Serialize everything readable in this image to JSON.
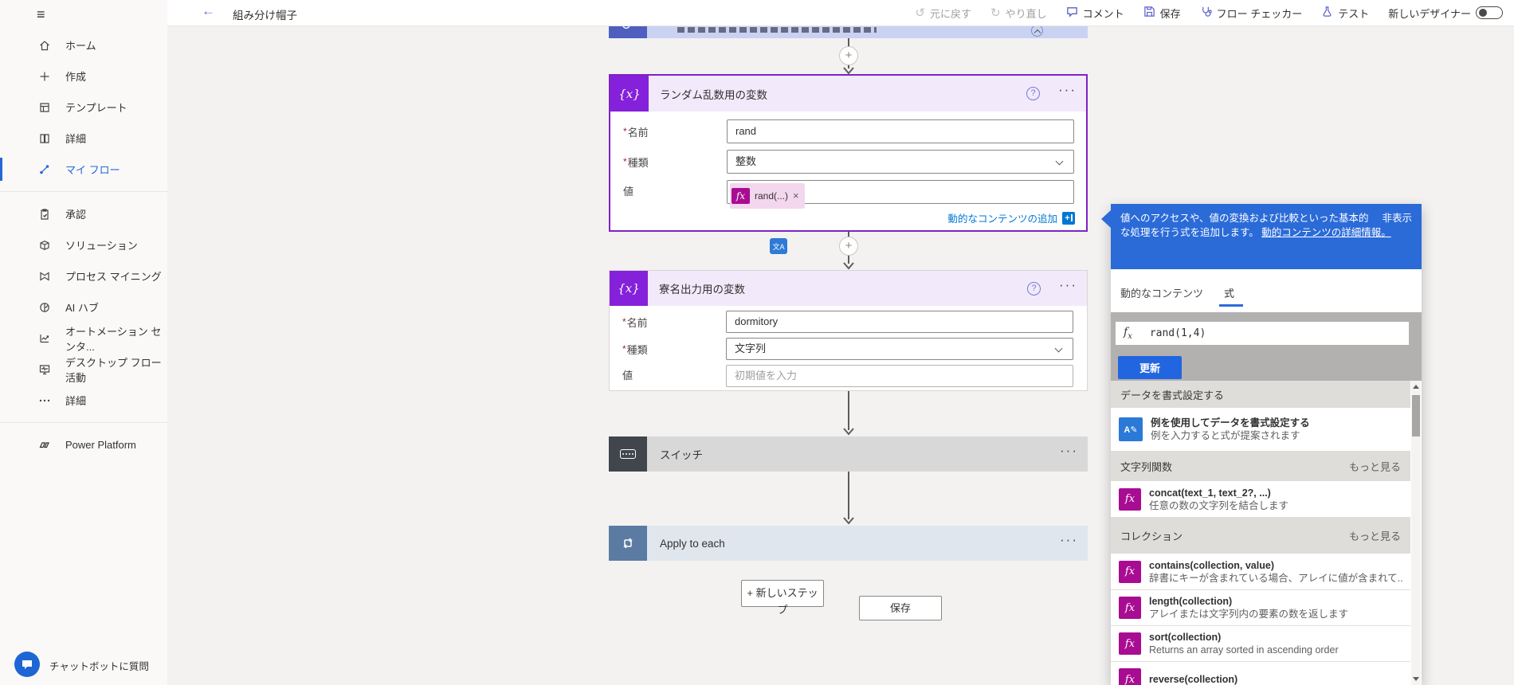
{
  "colors": {
    "accent_purple": "#8521da",
    "accent_blue": "#2b6bd8",
    "expression_magenta": "#a80c92",
    "link_blue": "#0078d4"
  },
  "icons": {
    "back": "←",
    "hamburger": "≡",
    "undo": "↺",
    "redo": "↻",
    "variable": "{x}",
    "fx": "fx",
    "more": "···",
    "close": "×",
    "help": "?",
    "plus": "+",
    "translate": "文A",
    "format_by_example": "A✎"
  },
  "sidebar": {
    "items": [
      {
        "label": "ホーム"
      },
      {
        "label": "作成"
      },
      {
        "label": "テンプレート"
      },
      {
        "label": "詳細"
      },
      {
        "label": "マイ フロー"
      },
      {
        "label": "承認"
      },
      {
        "label": "ソリューション"
      },
      {
        "label": "プロセス マイニング"
      },
      {
        "label": "AI ハブ"
      },
      {
        "label": "オートメーション センタ..."
      },
      {
        "label": "デスクトップ フロー活動"
      },
      {
        "label": "詳細"
      }
    ],
    "footer_label": "Power Platform",
    "chat_label": "チャットボットに質問"
  },
  "topbar": {
    "title": "組み分け帽子",
    "undo": "元に戻す",
    "redo": "やり直し",
    "comment": "コメント",
    "save": "保存",
    "flow_checker": "フロー チェッカー",
    "test": "テスト",
    "new_designer": "新しいデザイナー"
  },
  "canvas": {
    "required_mark": "*",
    "card_random": {
      "title": "ランダム乱数用の変数",
      "name_label": "名前",
      "name_value": "rand",
      "type_label": "種類",
      "type_value": "整数",
      "value_label": "値",
      "value_pill": "rand(...)",
      "add_dynamic_link": "動的なコンテンツの追加"
    },
    "card_dormitory": {
      "title": "寮名出力用の変数",
      "name_label": "名前",
      "name_value": "dormitory",
      "type_label": "種類",
      "type_value": "文字列",
      "value_label": "値",
      "value_placeholder": "初期値を入力"
    },
    "card_switch": {
      "title": "スイッチ"
    },
    "card_apply": {
      "title": "Apply to each"
    },
    "new_step_button": "+ 新しいステップ",
    "save_button": "保存"
  },
  "panel": {
    "callout_text": "値へのアクセスや、値の変換および比較といった基本的な処理を行う式を追加します。",
    "callout_link": "動的コンテンツの詳細情報。",
    "hide_link": "非表示",
    "tab_dynamic": "動的なコンテンツ",
    "tab_expression": "式",
    "expression_value": "rand(1,4)",
    "update_button": "更新",
    "sections": [
      {
        "header": "データを書式設定する",
        "more": "",
        "rows": [
          {
            "title": "例を使用してデータを書式設定する",
            "subtitle": "例を入力すると式が提案されます"
          }
        ]
      },
      {
        "header": "文字列関数",
        "more": "もっと見る",
        "rows": [
          {
            "title": "concat(text_1, text_2?, ...)",
            "subtitle": "任意の数の文字列を結合します"
          }
        ]
      },
      {
        "header": "コレクション",
        "more": "もっと見る",
        "rows": [
          {
            "title": "contains(collection, value)",
            "subtitle": "辞書にキーが含まれている場合、アレイに値が含まれて..."
          },
          {
            "title": "length(collection)",
            "subtitle": "アレイまたは文字列内の要素の数を返します"
          },
          {
            "title": "sort(collection)",
            "subtitle": "Returns an array sorted in ascending order"
          },
          {
            "title": "reverse(collection)",
            "subtitle": ""
          }
        ]
      }
    ]
  }
}
